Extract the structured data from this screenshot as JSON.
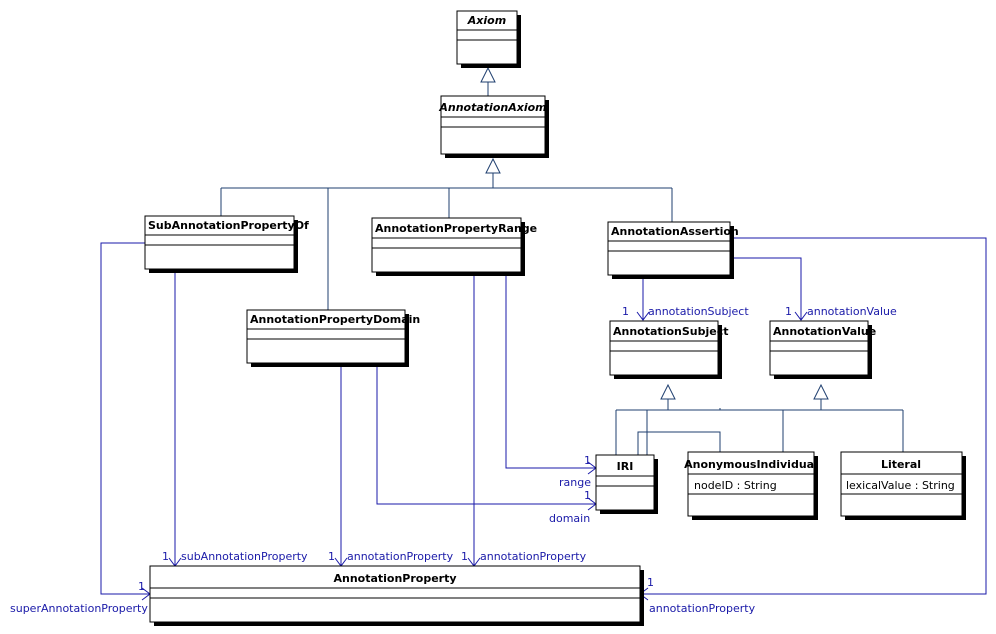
{
  "classes": {
    "axiom": {
      "name": "Axiom"
    },
    "annotation_axiom": {
      "name": "AnnotationAxiom"
    },
    "sub_annotation_property_of": {
      "name": "SubAnnotationPropertyOf"
    },
    "annotation_property_range": {
      "name": "AnnotationPropertyRange"
    },
    "annotation_assertion": {
      "name": "AnnotationAssertion"
    },
    "annotation_property_domain": {
      "name": "AnnotationPropertyDomain"
    },
    "annotation_subject": {
      "name": "AnnotationSubject"
    },
    "annotation_value": {
      "name": "AnnotationValue"
    },
    "iri": {
      "name": "IRI"
    },
    "anonymous_individual": {
      "name": "AnonymousIndividual",
      "attribute": "nodeID : String"
    },
    "literal": {
      "name": "Literal",
      "attribute": "lexicalValue : String"
    },
    "annotation_property": {
      "name": "AnnotationProperty"
    }
  },
  "associations": {
    "annotation_subject": {
      "multiplicity": "1",
      "role": "annotationSubject"
    },
    "annotation_value": {
      "multiplicity": "1",
      "role": "annotationValue"
    },
    "range": {
      "multiplicity": "1",
      "role": "range"
    },
    "domain": {
      "multiplicity": "1",
      "role": "domain"
    },
    "sub_annotation_property": {
      "multiplicity": "1",
      "role": "subAnnotationProperty"
    },
    "domain_annotation_property": {
      "multiplicity": "1",
      "role": "annotationProperty"
    },
    "range_annotation_property": {
      "multiplicity": "1",
      "role": "annotationProperty"
    },
    "super_annotation_property": {
      "multiplicity": "1",
      "role": "superAnnotationProperty"
    },
    "assertion_annotation_property": {
      "multiplicity": "1",
      "role": "annotationProperty"
    }
  }
}
